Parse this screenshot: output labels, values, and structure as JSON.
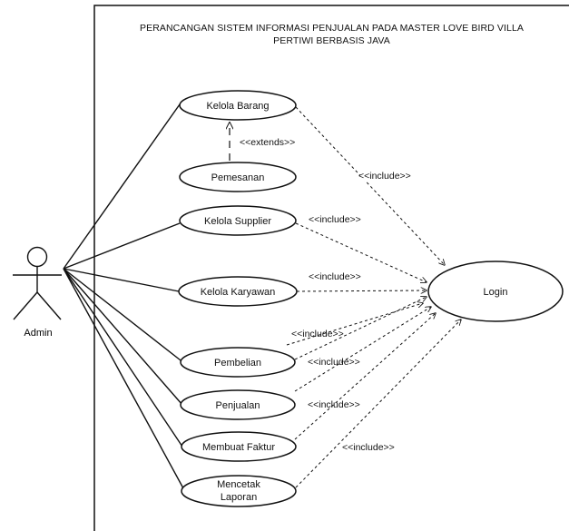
{
  "system": {
    "title_line1": "PERANCANGAN SISTEM INFORMASI PENJUALAN PADA MASTER LOVE BIRD VILLA",
    "title_line2": "PERTIWI BERBASIS JAVA"
  },
  "actor": {
    "label": "Admin"
  },
  "use_cases": {
    "kelola_barang": "Kelola Barang",
    "pemesanan": "Pemesanan",
    "kelola_supplier": "Kelola Supplier",
    "kelola_karyawan": "Kelola Karyawan",
    "pembelian": "Pembelian",
    "penjualan": "Penjualan",
    "membuat_faktur": "Membuat Faktur",
    "mencetak_laporan_1": "Mencetak",
    "mencetak_laporan_2": "Laporan",
    "login": "Login"
  },
  "relations": {
    "extends": "<<extends>>",
    "include": "<<include>>"
  },
  "colors": {
    "line": "#111111",
    "background": "#ffffff"
  }
}
